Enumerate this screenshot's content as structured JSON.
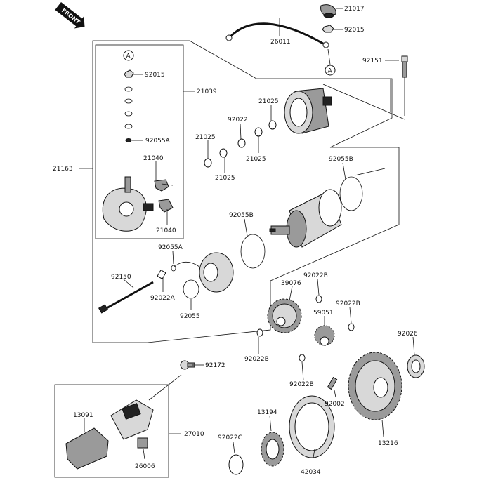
{
  "front_badge": {
    "text": "FRONT"
  },
  "ref_marker": "A",
  "labels": {
    "p21017": "21017",
    "p92015_top": "92015",
    "p26011": "26011",
    "p92151": "92151",
    "p92015_kit": "92015",
    "p21039": "21039",
    "p92055A_kit": "92055A",
    "p21040_top": "21040",
    "p21040_bot": "21040",
    "p21163": "21163",
    "p21025_a": "21025",
    "p92022": "92022",
    "p21025_b": "21025",
    "p21025_c": "21025",
    "p21025_d": "21025",
    "p92055B_top": "92055B",
    "p92055B_mid": "92055B",
    "p92055A": "92055A",
    "p92150": "92150",
    "p92022A": "92022A",
    "p92055": "92055",
    "p39076": "39076",
    "p92022B_a": "92022B",
    "p92022B_b": "92022B",
    "p59051": "59051",
    "p92022B_c": "92022B",
    "p92022B_d": "92022B",
    "p92026": "92026",
    "p92172": "92172",
    "p13091": "13091",
    "p27010": "27010",
    "p26006": "26006",
    "p13194": "13194",
    "p92002": "92002",
    "p92022C": "92022C",
    "p13216": "13216",
    "p42034": "42034"
  }
}
